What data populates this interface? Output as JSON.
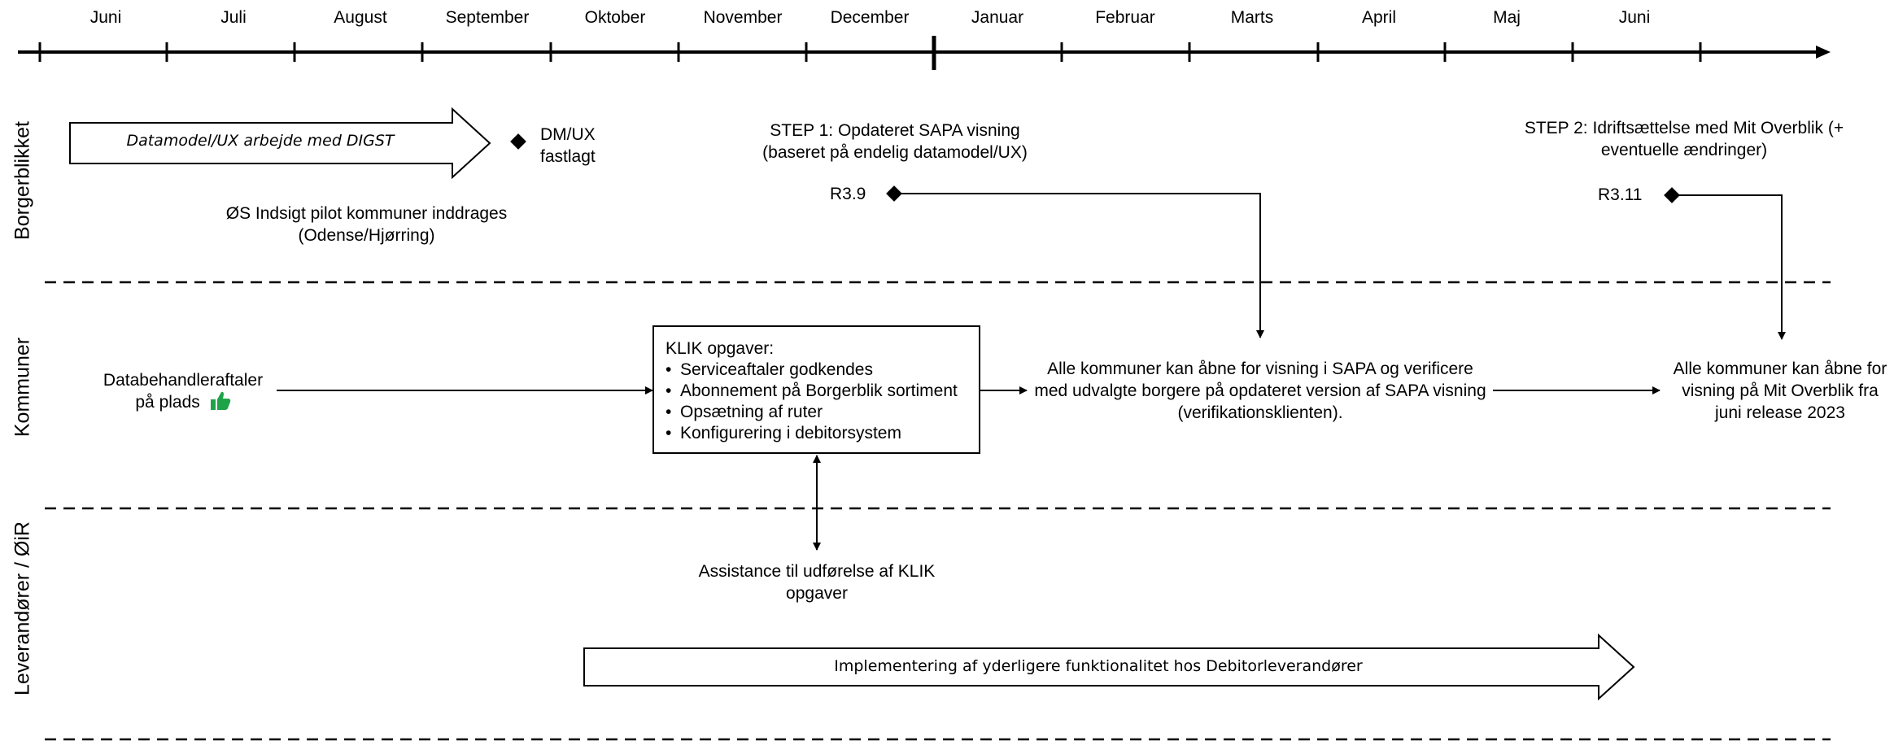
{
  "timeline": {
    "months": [
      "Juni",
      "Juli",
      "August",
      "September",
      "Oktober",
      "November",
      "December",
      "Januar",
      "Februar",
      "Marts",
      "April",
      "Maj",
      "Juni"
    ]
  },
  "lanes": {
    "borgerblikket": "Borgerblikket",
    "kommuner": "Kommuner",
    "leverandorer": "Leverandører / ØiR"
  },
  "borgerblikket": {
    "datamodel_arrow": "Datamodel/UX arbejde med DIGST",
    "dm_milestone": "DM/UX fastlagt",
    "pilot_text": "ØS Indsigt pilot kommuner inddrages (Odense/Hjørring)",
    "step1": "STEP 1: Opdateret SAPA visning (baseret på endelig datamodel/UX)",
    "r39": "R3.9",
    "step2": "STEP 2: Idriftsættelse med Mit Overblik (+ eventuelle ændringer)",
    "r311": "R3.11"
  },
  "kommuner": {
    "databehandler": "Databehandleraftaler på plads",
    "thumbs_icon": "thumbs-up-icon",
    "klik_title": "KLIK opgaver:",
    "klik_items": [
      "Serviceaftaler godkendes",
      "Abonnement på Borgerblik sortiment",
      "Opsætning af ruter",
      "Konfigurering i debitorsystem"
    ],
    "alle_sapa": "Alle kommuner kan åbne for visning i SAPA og verificere med udvalgte borgere på opdateret version af SAPA visning (verifikationsklienten).",
    "alle_mit": "Alle kommuner kan åbne for visning på Mit Overblik fra juni release 2023"
  },
  "leverandorer": {
    "assistance": "Assistance til udførelse af KLIK opgaver",
    "implementering": "Implementering af yderligere funktionalitet hos Debitorleverandører"
  },
  "colors": {
    "line": "#000000",
    "thumbs": "#1fa34a",
    "background": "#ffffff"
  }
}
